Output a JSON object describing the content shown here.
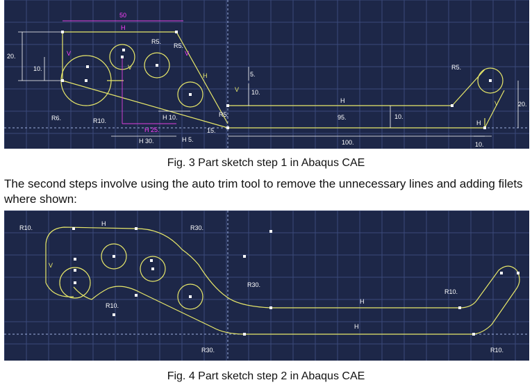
{
  "figure1": {
    "caption": "Fig. 3 Part sketch step 1 in Abaqus CAE",
    "dims": {
      "w50": "50",
      "h_top": "H",
      "r5a": "R5.",
      "r5b": "R5.",
      "v_a": "V",
      "v_b": "V",
      "d20l": "20.",
      "d10l": "10.",
      "v_left": "V",
      "r6": "R6.",
      "r10": "R10.",
      "h10": "H 10.",
      "h25": "H 25.",
      "h30": "H 30.",
      "h5": "H 5.",
      "d15": "15.",
      "r5c": "R5.",
      "d5": "5.",
      "d10v": "10.",
      "v_c": "V",
      "h_mid": "H",
      "d95": "95.",
      "d10r": "10.",
      "d100": "100.",
      "h_r": "H",
      "r5r": "R5.",
      "v_r": "V",
      "d20r": "20.",
      "d10b": "10."
    }
  },
  "paragraph": "The second steps involve using the auto trim tool to remove the unnecessary lines and adding filets where shown:",
  "figure2": {
    "caption": "Fig. 4 Part sketch step 2 in Abaqus CAE",
    "dims": {
      "r10_tl": "R10.",
      "h_top": "H",
      "r30_top": "R30.",
      "v_left": "V",
      "r10_mid": "R10.",
      "r30_mid": "R30.",
      "h_mid": "H",
      "h_low": "H",
      "r30_bot": "R30.",
      "r10_right": "R10.",
      "r10_br": "R10."
    }
  }
}
